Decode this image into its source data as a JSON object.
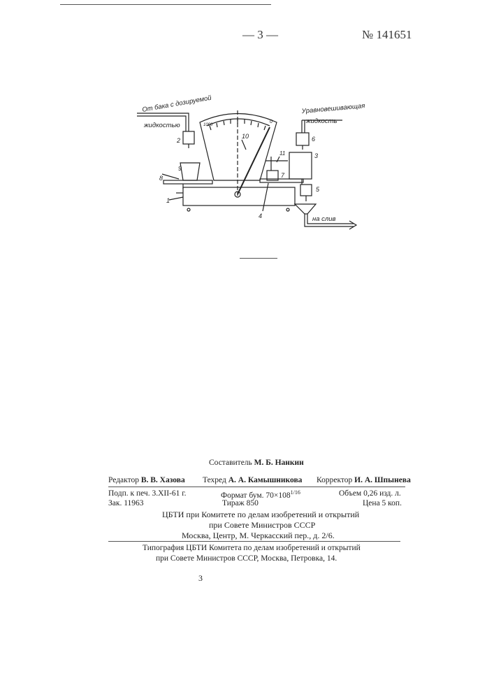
{
  "header": {
    "page_marker": "— 3 —",
    "patent_number": "№ 141651"
  },
  "figure": {
    "label_source": "От бака с дозируемой",
    "label_source_2": "жидкостью",
    "label_balance": "Уравновешивающая",
    "label_balance_2": "жидкость",
    "label_drain": "на слив",
    "scale_zero": "0",
    "scale_max": "1000",
    "callouts": [
      "1",
      "2",
      "3",
      "4",
      "5",
      "6",
      "7",
      "8",
      "9",
      "10",
      "11"
    ]
  },
  "credits": {
    "compiler_label": "Составитель",
    "compiler_name": "М. Б. Нанкин",
    "editor_label": "Редактор",
    "editor_name": "В. В. Хазова",
    "techred_label": "Техред",
    "techred_name": "А. А. Камышникова",
    "corrector_label": "Корректор",
    "corrector_name": "И. А. Шпынева"
  },
  "imprint": {
    "signed_date": "Подп. к печ. 3.XII-61 г.",
    "format": "Формат бум. 70×108",
    "format_fraction": "1/16",
    "volume": "Объем 0,26 изд. л.",
    "order": "Зак. 11963",
    "circulation": "Тираж 850",
    "price": "Цена 5 коп.",
    "publisher_1": "ЦБТИ при Комитете по делам изобретений и открытий",
    "publisher_2": "при Совете Министров СССР",
    "publisher_3": "Москва, Центр, М. Черкасский пер., д. 2/6."
  },
  "printer": {
    "line_1": "Типография ЦБТИ Комитета по делам изобретений и открытий",
    "line_2": "при Совете Министров СССР, Москва, Петровка, 14."
  },
  "footer": {
    "page_number": "3"
  }
}
